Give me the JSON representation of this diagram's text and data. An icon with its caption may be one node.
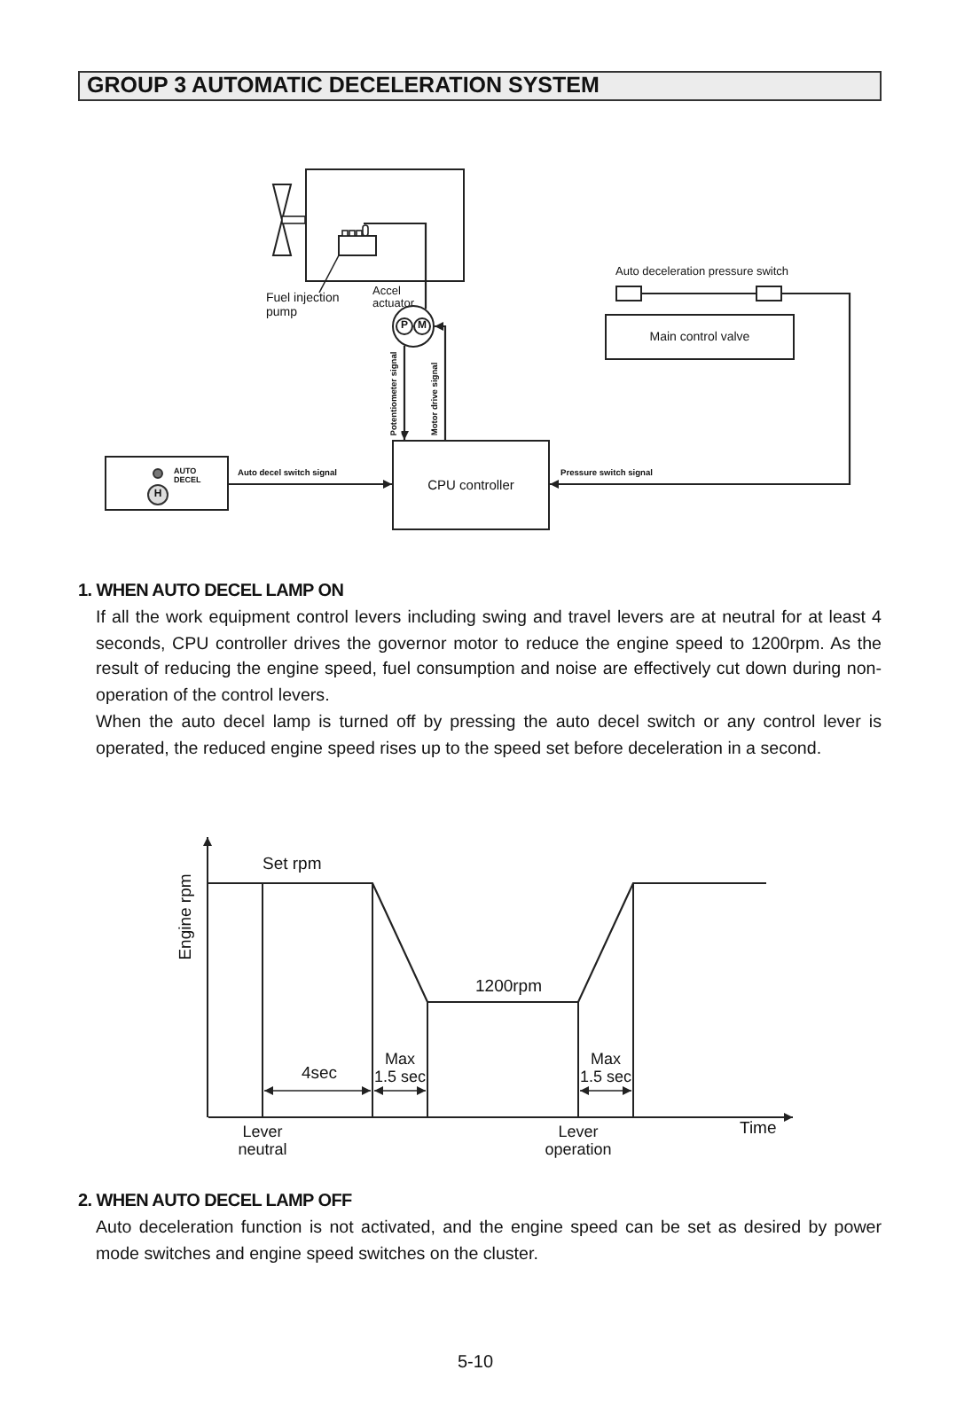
{
  "diagram": {
    "title": "GROUP 3 AUTOMATIC DECELERATION SYSTEM",
    "nodes": [
      {
        "text": [],
        "shape": "box"
      },
      {
        "text": [],
        "shape": "box",
        "in": 0
      },
      {
        "text": [
          "Fuel injection pump"
        ]
      },
      {
        "text": [
          "Accel actuator",
          "P",
          "M"
        ]
      },
      {
        "text": [
          "Main control valve"
        ]
      },
      {
        "text": [],
        "shape": "box"
      },
      {
        "text": [],
        "shape": "box"
      },
      {
        "text": [
          "AUTO DECEL",
          "H"
        ]
      },
      {
        "text": [
          "CPU controller"
        ]
      }
    ],
    "edges": [
      {
        "from": 2,
        "to": 1,
        "arrow": "none"
      },
      {
        "from": 1,
        "to": 3,
        "arrow": "none"
      },
      {
        "from": 3,
        "to": 8,
        "arrow": "to",
        "label": "Potentiometer signal"
      },
      {
        "from": 8,
        "to": 3,
        "arrow": "to",
        "label": "Motor drive signal"
      },
      {
        "from": 7,
        "to": 8,
        "arrow": "to",
        "label": "Auto decel switch signal"
      },
      {
        "from": 6,
        "to": 8,
        "arrow": "to",
        "label": "Pressure switch signal"
      },
      {
        "from": 5,
        "to": 6,
        "arrow": "none"
      }
    ],
    "labels": [
      "Auto deceleration pressure switch",
      "1. WHEN AUTO DECEL LAMP ON",
      "If all the work equipment control levers including swing and travel levers are at neutral for at least 4 seconds, CPU controller drives the governor motor to reduce the engine speed to 1200rpm. As the result of reducing the engine speed, fuel consumption and noise are effectively cut down during non-operation of the control levers.",
      "When the auto decel lamp is turned off by pressing the auto decel switch or any control lever is operated, the reduced engine speed rises up to the speed set before deceleration in a second.",
      "Engine rpm",
      "Set rpm",
      "1200rpm",
      "4sec",
      "Max 1.5 sec",
      "Max 1.5 sec",
      "Lever neutral",
      "Time",
      "Lever operation",
      "2. WHEN AUTO DECEL LAMP OFF",
      "Auto deceleration function is not activated, and the engine speed can be set as desired by power mode switches and engine speed switches on the cluster.",
      "5-10"
    ]
  }
}
